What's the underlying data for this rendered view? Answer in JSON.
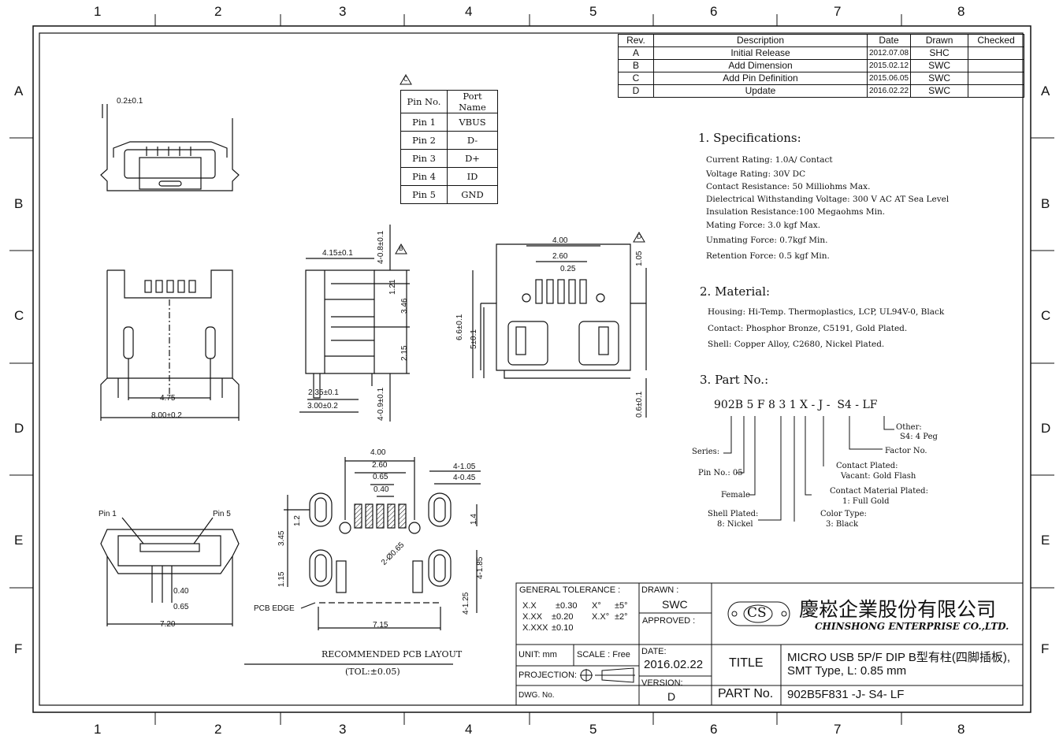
{
  "grid": {
    "columns": [
      "1",
      "2",
      "3",
      "4",
      "5",
      "6",
      "7",
      "8"
    ],
    "rows": [
      "A",
      "B",
      "C",
      "D",
      "E",
      "F"
    ]
  },
  "revision_table": {
    "headers": [
      "Rev.",
      "Description",
      "Date",
      "Drawn",
      "Checked"
    ],
    "rows": [
      [
        "A",
        "Initial Release",
        "2012.07.08",
        "SHC",
        ""
      ],
      [
        "B",
        "Add Dimension",
        "2015.02.12",
        "SWC",
        ""
      ],
      [
        "C",
        "Add Pin Definition",
        "2015.06.05",
        "SWC",
        ""
      ],
      [
        "D",
        "Update",
        "2016.02.22",
        "SWC",
        ""
      ]
    ]
  },
  "pin_table": {
    "headers": [
      "Pin No.",
      "Port Name"
    ],
    "rows": [
      [
        "Pin 1",
        "VBUS"
      ],
      [
        "Pin 2",
        "D-"
      ],
      [
        "Pin 3",
        "D+"
      ],
      [
        "Pin 4",
        "ID"
      ],
      [
        "Pin 5",
        "GND"
      ]
    ],
    "rev_mark": "C"
  },
  "specifications": {
    "title": "1. Specifications:",
    "lines": [
      "Current Rating: 1.0A/ Contact",
      "Voltage Rating: 30V DC",
      "Contact Resistance: 50 Milliohms Max.",
      "Dielectrical Withstanding Voltage: 300 V AC AT Sea Level",
      "Insulation Resistance:100 Megaohms Min.",
      "Mating Force: 3.0 kgf Max.",
      "Unmating Force: 0.7kgf Min.",
      "Retention Force: 0.5 kgf Min."
    ]
  },
  "material": {
    "title": "2. Material:",
    "lines": [
      "Housing: Hi-Temp. Thermoplastics, LCP, UL94V-0, Black",
      "Contact: Phosphor Bronze, C5191, Gold Plated.",
      "Shell: Copper Alloy, C2680, Nickel Plated."
    ]
  },
  "part_no": {
    "title": "3. Part No.:",
    "code": "902B 5 F 8 3 1 X - J -  S4 - LF",
    "labels": {
      "series": "Series:",
      "pin_no": "Pin No.: 05",
      "female": "Female",
      "shell_plated": "Shell Plated:",
      "shell_plated_val": "8: Nickel",
      "color_type": "Color Type:",
      "color_type_val": "3: Black",
      "contact_plated_material": "Contact Material Plated:",
      "contact_plated_material_val": "1: Full Gold",
      "contact_plated": "Contact Plated:",
      "contact_plated_val": "Vacant: Gold Flash",
      "factor_no": "Factor No.",
      "other": "Other:",
      "other_val": "S4: 4 Peg"
    }
  },
  "dimensions": {
    "top_view": {
      "d1": "0.2±0.1"
    },
    "front_view": {
      "d1": "4.75",
      "d2": "8.00±0.2"
    },
    "side_view": {
      "d1": "4.15±0.1",
      "d2": "4-0.8±0.1",
      "d3": "1.21",
      "d4": "3.46",
      "d5": "2.15",
      "d6": "2.35±0.1",
      "d7": "3.00±0.2",
      "d8": "4-0.9±0.1",
      "rev_mark": "B"
    },
    "end_view": {
      "d1": "4.00",
      "d2": "2.60",
      "d3": "0.25",
      "d4": "1.05",
      "d5": "6.6±0.1",
      "d6": "5±0.1",
      "d7": "0.6±0.1",
      "rev_mark": "D"
    },
    "pin_view": {
      "pin1": "Pin 1",
      "pin5": "Pin 5",
      "d1": "0.40",
      "d2": "0.65",
      "d3": "7.20"
    },
    "pcb_layout": {
      "d1": "4.00",
      "d2": "2.60",
      "d3": "0.65",
      "d4": "0.40",
      "d5": "4-1.05",
      "d6": "4-0.45",
      "d7": "1.2",
      "d8": "1.4",
      "d9": "3.45",
      "d10": "2-Ø0.65",
      "d11": "1.15",
      "d12": "4-1.85",
      "d13": "4-1.25",
      "d14": "7.15",
      "pcb_edge": "PCB EDGE",
      "title": "RECOMMENDED PCB LAYOUT",
      "tol": "(TOL:±0.05)"
    }
  },
  "title_block": {
    "general_tolerance": "GENERAL TOLERANCE :",
    "tol_rows": [
      [
        "X.X",
        "±0.30",
        "X°",
        "±5°"
      ],
      [
        "X.XX",
        "±0.20",
        "X.X°",
        "±2°"
      ],
      [
        "X.XXX",
        "±0.10",
        "",
        ""
      ]
    ],
    "drawn_label": "DRAWN :",
    "drawn_value": "SWC",
    "approved_label": "APPROVED :",
    "company_logo": "CS",
    "company_cn": "慶崧企業股份有限公司",
    "company_en": "CHINSHONG ENTERPRISE CO.,LTD.",
    "unit": "UNIT:  mm",
    "scale": "SCALE :  Free",
    "date_label": "DATE:",
    "date_value": "2016.02.22",
    "title_label": "TITLE",
    "title_value_1": "MICRO USB 5P/F DIP B型有柱(四脚插板),",
    "title_value_2": "SMT Type, L: 0.85 mm",
    "projection": "PROJECTION:",
    "version_label": "VERSION:",
    "version_value": "D",
    "dwg_no": "DWG. No.",
    "part_no_label": "PART No.",
    "part_no_value": "902B5F831 -J- S4- LF"
  }
}
